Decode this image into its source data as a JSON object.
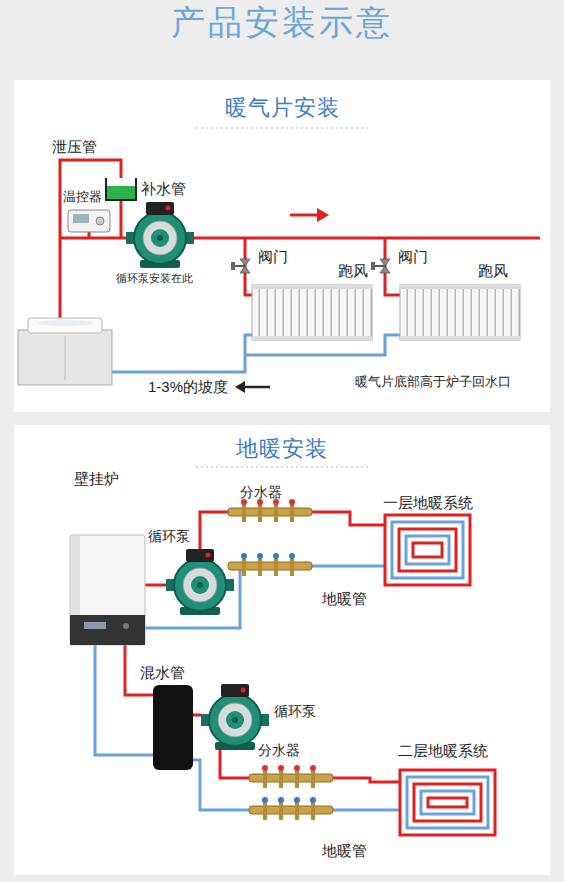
{
  "diagram": {
    "title": "产品安装示意",
    "nodes": [
      {
        "text": [
          "暖气片安装"
        ]
      },
      {
        "text": [
          "地暖安装"
        ]
      }
    ],
    "labels": [
      "泄压管",
      "补水管",
      "温控器",
      "循环泵安装在此",
      "阀门",
      "跑风",
      "阀门",
      "跑风",
      "1-3%的坡度",
      "暖气片底部高于炉子回水口",
      "壁挂炉",
      "分水器",
      "一层地暖系统",
      "循环泵",
      "地暖管",
      "混水管",
      "循环泵",
      "分水器",
      "二层地暖系统",
      "地暖管"
    ]
  }
}
